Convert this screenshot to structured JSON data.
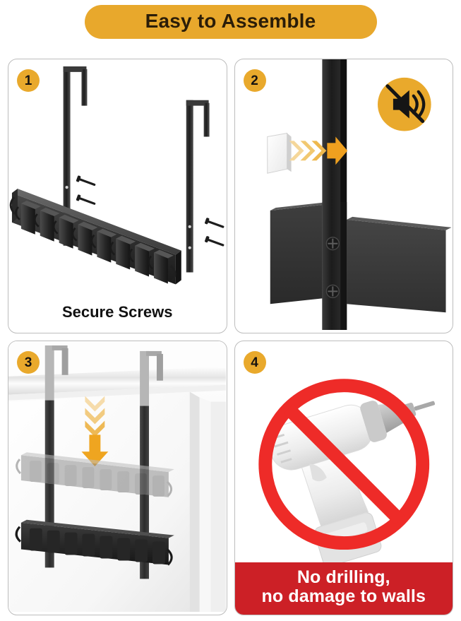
{
  "header": {
    "title": "Easy to Assemble",
    "pill_color": "#E8A82C",
    "text_color": "#2b1d08"
  },
  "theme": {
    "accent_gold": "#E9A92C",
    "badge_text": "#171310",
    "panel_border": "#bdbdbd",
    "danger_red": "#CC2026",
    "hardware_black": "#262626",
    "ghost_grey": "#9a9a9a"
  },
  "panels": [
    {
      "number": "1",
      "badge_name": "step-badge-1",
      "caption": "Secure Screws",
      "parts": {
        "brackets": 2,
        "rack_clips": 8,
        "screws": 4
      }
    },
    {
      "number": "2",
      "badge_name": "step-badge-2",
      "caption": "",
      "icons": [
        "no-noise-icon",
        "push-arrow-icon"
      ],
      "parts": {
        "screws_visible": 2
      }
    },
    {
      "number": "3",
      "badge_name": "step-badge-3",
      "caption": "",
      "icons": [
        "slide-down-arrow-icon"
      ],
      "parts": {
        "rack_clips": 8,
        "ghost_rack_clips": 8
      }
    },
    {
      "number": "4",
      "badge_name": "step-badge-4",
      "banner_line1": "No drilling,",
      "banner_line2": "no damage to walls",
      "icons": [
        "drill-icon",
        "prohibition-icon"
      ]
    }
  ]
}
